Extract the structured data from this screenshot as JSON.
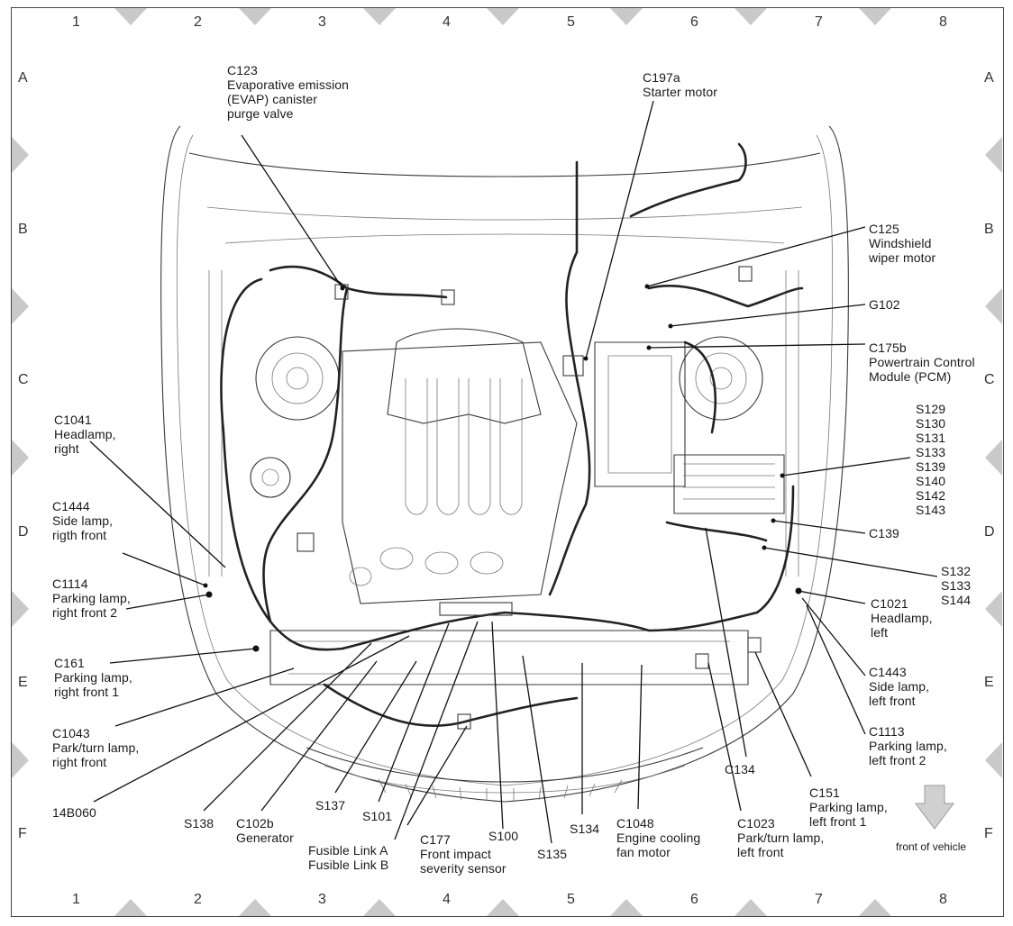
{
  "columns": [
    "1",
    "2",
    "3",
    "4",
    "5",
    "6",
    "7",
    "8"
  ],
  "rows": [
    "A",
    "B",
    "C",
    "D",
    "E",
    "F"
  ],
  "callouts": {
    "c123": "C123\nEvaporative emission\n(EVAP) canister\npurge valve",
    "c197a": "C197a\nStarter motor",
    "c125": "C125\nWindshield\nwiper motor",
    "g102": "G102",
    "c175b": "C175b\nPowertrain Control\nModule (PCM)",
    "splices_right": "S129\nS130\nS131\nS133\nS139\nS140\nS142\nS143",
    "c139": "C139",
    "s132": "S132\nS133\nS144",
    "c1021": "C1021\nHeadlamp,\nleft",
    "c1443": "C1443\nSide lamp,\nleft front",
    "c1113": "C1113\nParking lamp,\nleft front 2",
    "c134": "C134",
    "c151": "C151\nParking lamp,\nleft front 1",
    "c1023": "C1023\nPark/turn lamp,\nleft front",
    "c1048": "C1048\nEngine cooling\nfan motor",
    "s134": "S134",
    "s135": "S135",
    "s100": "S100",
    "c177": "C177\nFront impact\nseverity sensor",
    "fusible": "Fusible Link A\nFusible Link B",
    "s101": "S101",
    "s137": "S137",
    "c102b": "C102b\nGenerator",
    "s138": "S138",
    "b14b060": "14B060",
    "c1043": "C1043\nPark/turn lamp,\nright front",
    "c161": "C161\nParking lamp,\nright front 1",
    "c1114": "C1114\nParking lamp,\nright front 2",
    "c1444": "C1444\nSide lamp,\nrigth front",
    "c1041": "C1041\nHeadlamp,\nright"
  },
  "front_label": "front of vehicle",
  "colors": {
    "marker": "#c9c9c9",
    "line": "#111111",
    "arrow": "#d0d0d0"
  }
}
